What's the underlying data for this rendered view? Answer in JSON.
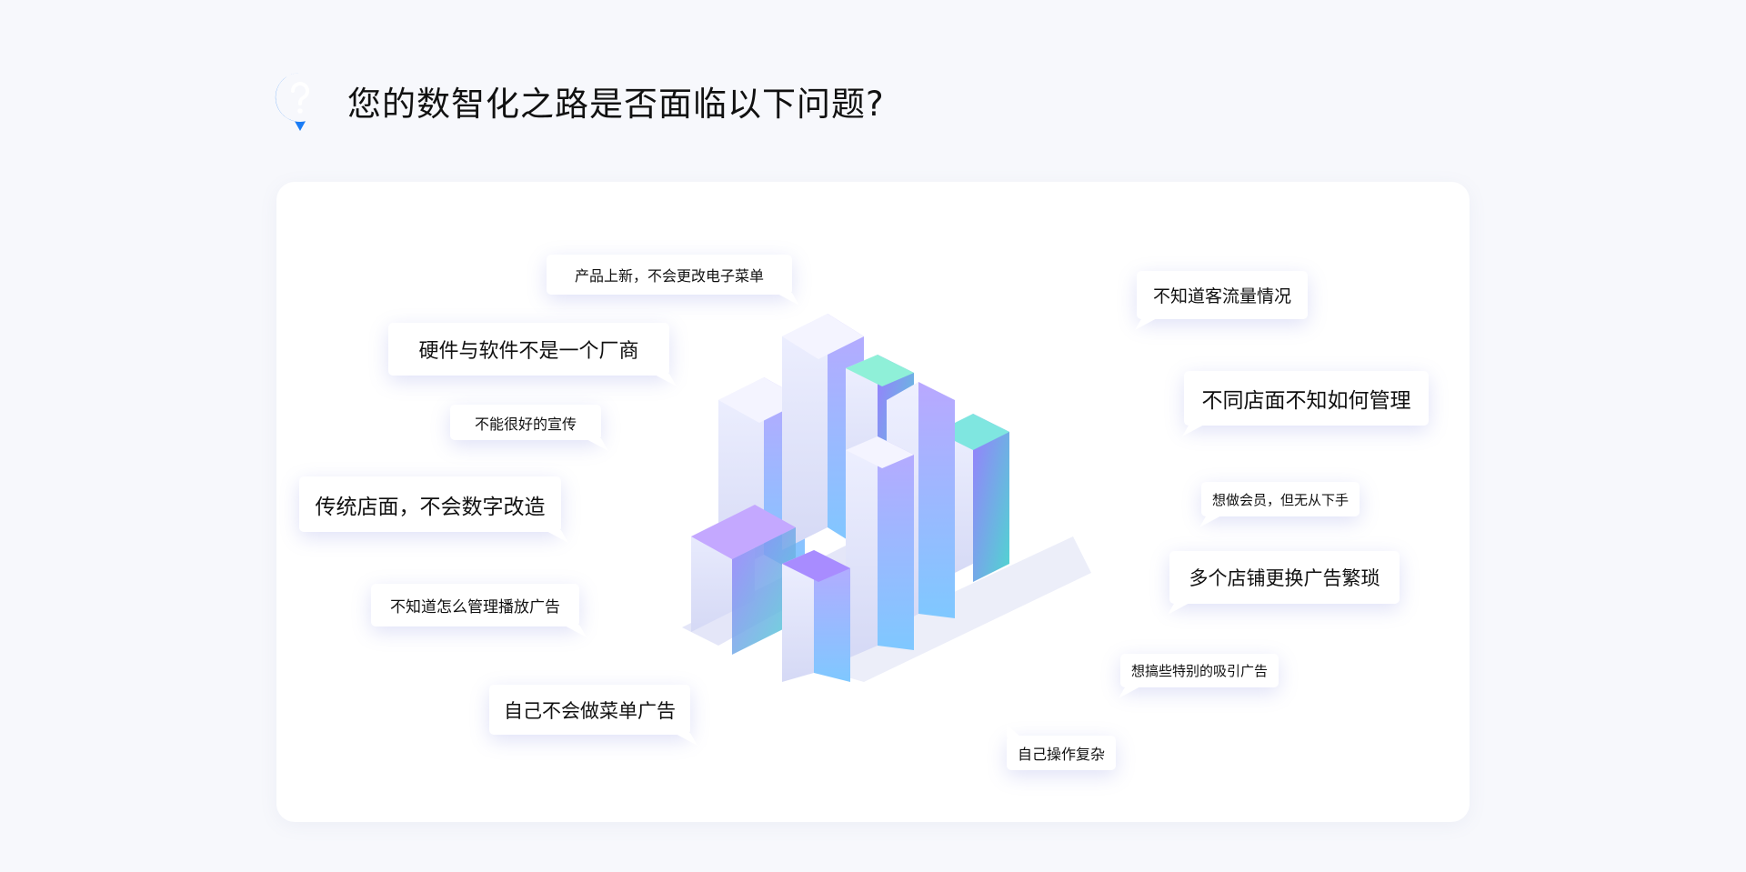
{
  "header": {
    "title": "您的数智化之路是否面临以下问题?",
    "icon": "question-bubble-icon",
    "icon_color": "#1a7cf5"
  },
  "bubbles": [
    "产品上新，不会更改电子菜单",
    "硬件与软件不是一个厂商",
    "不能很好的宣传",
    "传统店面，不会数字改造",
    "不知道怎么管理播放广告",
    "自己不会做菜单广告",
    "不知道客流量情况",
    "不同店面不知如何管理",
    "想做会员，但无从下手",
    "多个店铺更换广告繁琐",
    "想搞些特别的吸引广告",
    "自己操作复杂"
  ]
}
